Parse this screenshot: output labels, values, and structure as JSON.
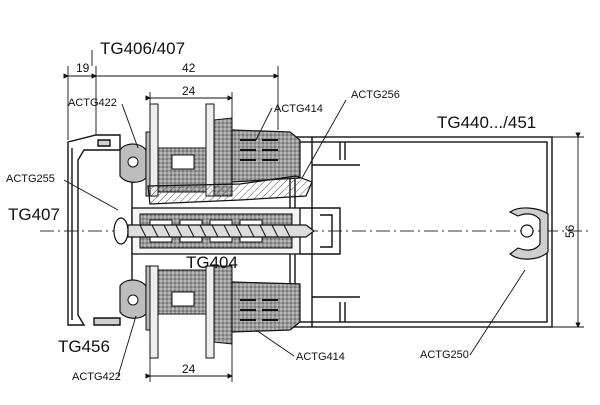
{
  "drawing": {
    "labels": {
      "tg406_407": "TG406/407",
      "tg440_451": "TG440.../451",
      "tg407": "TG407",
      "tg404": "TG404",
      "tg456": "TG456",
      "actg256": "ACTG256",
      "actg255": "ACTG255",
      "actg414_top": "ACTG414",
      "actg414_bottom": "ACTG414",
      "actg422_top": "ACTG422",
      "actg422_bottom": "ACTG422",
      "actg250": "ACTG250"
    },
    "dimensions": {
      "d19": "19",
      "d42": "42",
      "d24_top": "24",
      "d24_bottom": "24",
      "d56": "56"
    }
  }
}
